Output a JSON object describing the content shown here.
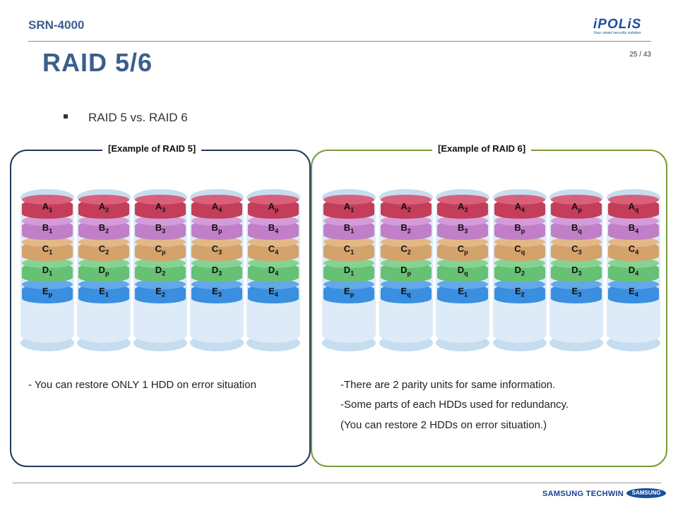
{
  "header": {
    "product": "SRN-4000",
    "title": "RAID 5/6",
    "page": "25 / 43",
    "logo_text": "iPOLiS",
    "logo_tagline": "Your smart security solution"
  },
  "bullet": "RAID 5 vs. RAID 6",
  "raid5": {
    "title": "[Example of RAID 5]",
    "disks": [
      [
        [
          "A",
          "1"
        ],
        [
          "B",
          "1"
        ],
        [
          "C",
          "1"
        ],
        [
          "D",
          "1"
        ],
        [
          "E",
          "p"
        ]
      ],
      [
        [
          "A",
          "2"
        ],
        [
          "B",
          "2"
        ],
        [
          "C",
          "2"
        ],
        [
          "D",
          "p"
        ],
        [
          "E",
          "1"
        ]
      ],
      [
        [
          "A",
          "3"
        ],
        [
          "B",
          "3"
        ],
        [
          "C",
          "p"
        ],
        [
          "D",
          "2"
        ],
        [
          "E",
          "2"
        ]
      ],
      [
        [
          "A",
          "4"
        ],
        [
          "B",
          "p"
        ],
        [
          "C",
          "3"
        ],
        [
          "D",
          "3"
        ],
        [
          "E",
          "3"
        ]
      ],
      [
        [
          "A",
          "p"
        ],
        [
          "B",
          "4"
        ],
        [
          "C",
          "4"
        ],
        [
          "D",
          "4"
        ],
        [
          "E",
          "4"
        ]
      ]
    ],
    "note": "- You can restore ONLY 1 HDD  on error situation"
  },
  "raid6": {
    "title": "[Example of RAID 6]",
    "disks": [
      [
        [
          "A",
          "1"
        ],
        [
          "B",
          "1"
        ],
        [
          "C",
          "1"
        ],
        [
          "D",
          "1"
        ],
        [
          "E",
          "p"
        ]
      ],
      [
        [
          "A",
          "2"
        ],
        [
          "B",
          "2"
        ],
        [
          "C",
          "2"
        ],
        [
          "D",
          "p"
        ],
        [
          "E",
          "q"
        ]
      ],
      [
        [
          "A",
          "3"
        ],
        [
          "B",
          "3"
        ],
        [
          "C",
          "p"
        ],
        [
          "D",
          "q"
        ],
        [
          "E",
          "1"
        ]
      ],
      [
        [
          "A",
          "4"
        ],
        [
          "B",
          "p"
        ],
        [
          "C",
          "q"
        ],
        [
          "D",
          "2"
        ],
        [
          "E",
          "2"
        ]
      ],
      [
        [
          "A",
          "p"
        ],
        [
          "B",
          "q"
        ],
        [
          "C",
          "3"
        ],
        [
          "D",
          "3"
        ],
        [
          "E",
          "3"
        ]
      ],
      [
        [
          "A",
          "q"
        ],
        [
          "B",
          "4"
        ],
        [
          "C",
          "4"
        ],
        [
          "D",
          "4"
        ],
        [
          "E",
          "4"
        ]
      ]
    ],
    "notes": [
      "-There are 2 parity units for same information.",
      "-Some parts of each HDDs used for redundancy.",
      "(You can restore 2 HDDs on error situation.)"
    ]
  },
  "footer": {
    "company": "SAMSUNG TECHWIN",
    "brand": "SAMSUNG"
  }
}
